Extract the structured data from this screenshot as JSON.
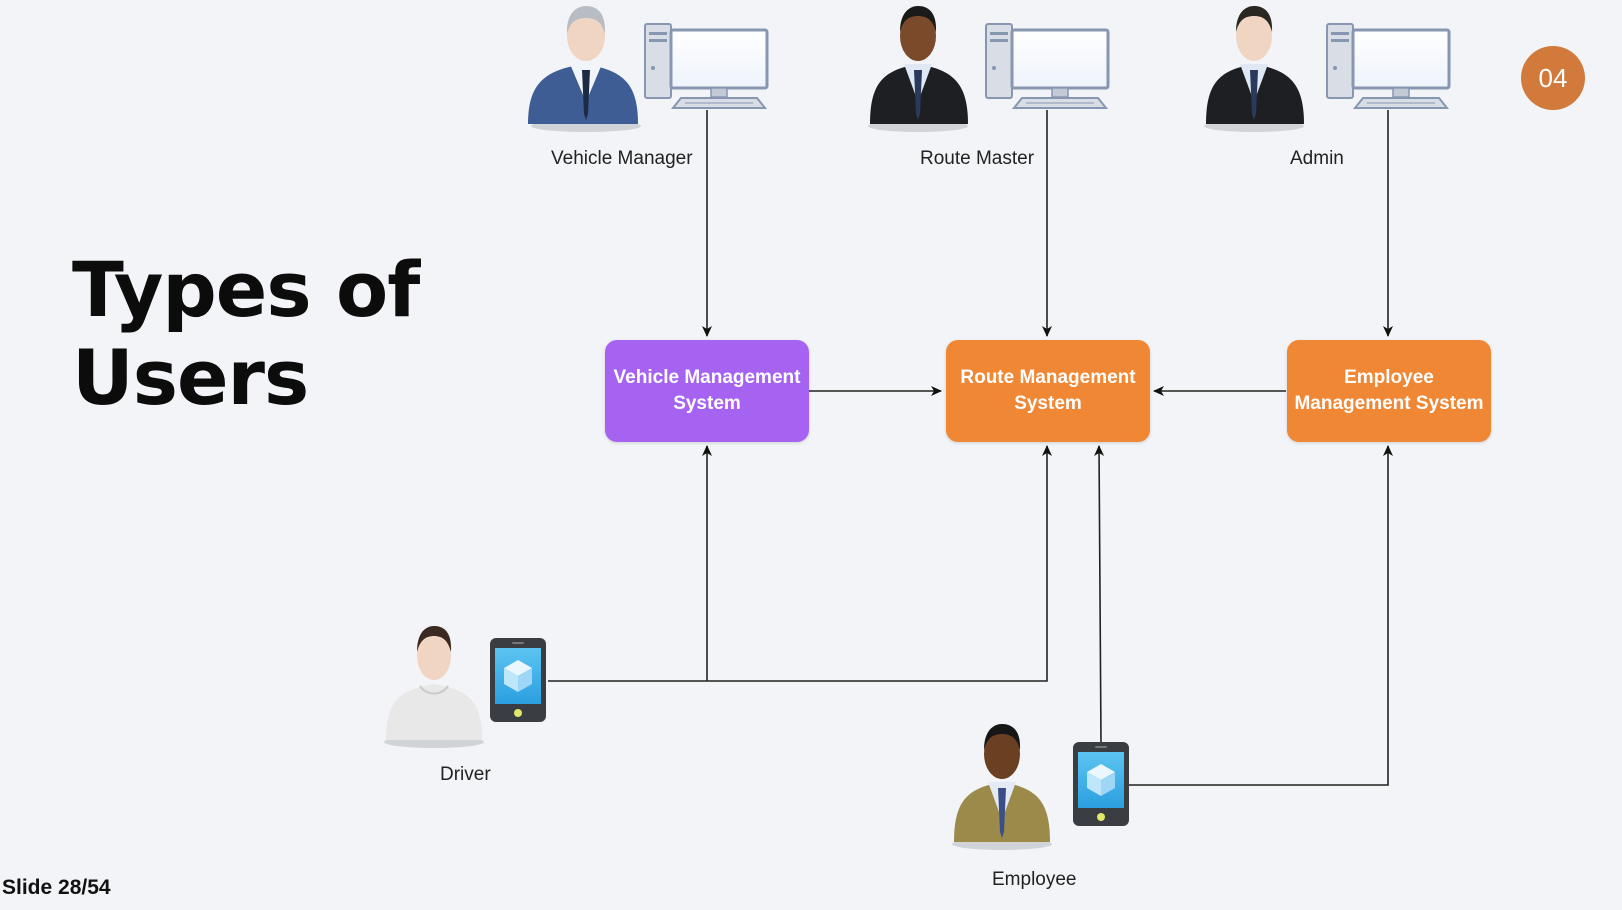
{
  "slide": {
    "title_line1": "Types of",
    "title_line2": "Users",
    "badge": "04",
    "slide_number": "Slide 28/54"
  },
  "actors": {
    "vehicle_manager": "Vehicle Manager",
    "route_master": "Route Master",
    "admin": "Admin",
    "driver": "Driver",
    "employee": "Employee"
  },
  "systems": {
    "vehicle": {
      "line1": "Vehicle Management",
      "line2": "System",
      "color": "#a663f2"
    },
    "route": {
      "line1": "Route Management",
      "line2": "System",
      "color": "#f08734"
    },
    "employee": {
      "line1": "Employee",
      "line2": "Management System",
      "color": "#f08734"
    }
  },
  "colors": {
    "background": "#f2f4f7",
    "badge": "#d27a3c",
    "connector": "#222222"
  }
}
